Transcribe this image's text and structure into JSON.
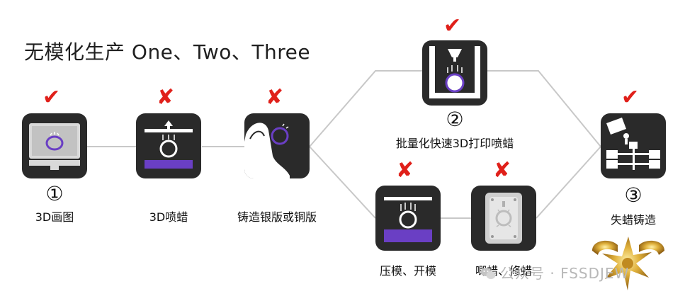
{
  "title": "无模化生产 One、Two、Three",
  "marks": {
    "check": "✔",
    "cross": "✘"
  },
  "nodes": {
    "draw3d": {
      "number": "①",
      "label": "3D画图",
      "status": "check"
    },
    "wax3d": {
      "label": "3D喷蜡",
      "status": "cross"
    },
    "cast_plate": {
      "label": "铸造银版或铜版",
      "status": "cross"
    },
    "batch_print": {
      "number": "②",
      "label": "批量化快速3D打印喷蜡",
      "status": "check"
    },
    "press_mold": {
      "label": "压模、开模",
      "status": "cross"
    },
    "inject_wax": {
      "label": "唧蜡、修蜡",
      "status": "cross"
    },
    "lost_wax": {
      "number": "③",
      "label": "失蜡铸造",
      "status": "check"
    }
  },
  "watermark": "公众号 · FSSDJEW",
  "colors": {
    "check": "#e0201a",
    "cross": "#e0201a",
    "box": "#2a2a2a",
    "accent_purple": "#6a3fc4",
    "line": "#c8c8c8"
  }
}
